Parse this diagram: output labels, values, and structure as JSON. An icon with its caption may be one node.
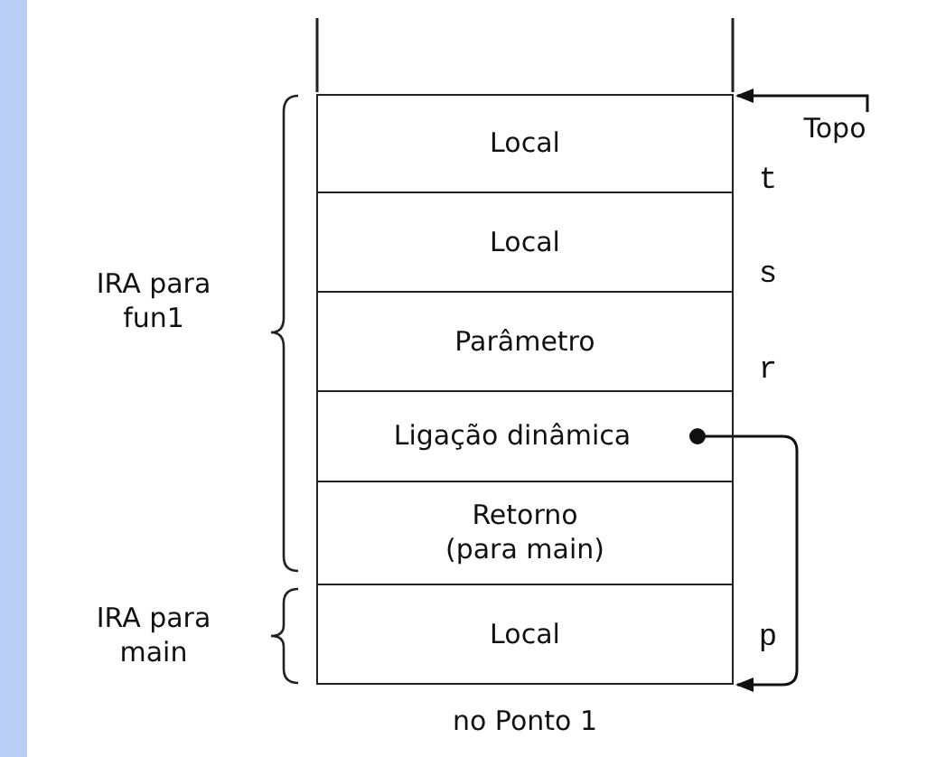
{
  "diagram": {
    "caption": "no Ponto 1",
    "nodes": [
      {
        "text": [
          "Local"
        ]
      },
      {
        "text": [
          "Local"
        ]
      },
      {
        "text": [
          "Parâmetro"
        ]
      },
      {
        "text": [
          "Ligação dinâmica"
        ]
      },
      {
        "text": [
          "Retorno (para main)"
        ]
      },
      {
        "text": [
          "Local"
        ]
      },
      {
        "text": [
          "Topo"
        ]
      }
    ],
    "edges": [
      {
        "from": 6,
        "to": 0,
        "arrow": "to"
      },
      {
        "from": 3,
        "to": 5,
        "arrow": "to"
      }
    ],
    "labels": [
      "t",
      "s",
      "IRA para fun1",
      "r",
      "IRA para main",
      "p"
    ]
  }
}
